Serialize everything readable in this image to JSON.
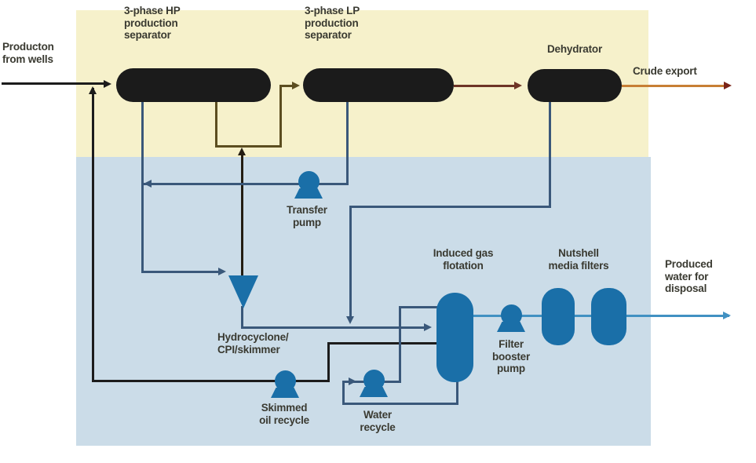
{
  "labels": {
    "production_from_wells": "Producton\nfrom wells",
    "hp_separator": "3-phase HP\nproduction\nseparator",
    "lp_separator": "3-phase LP\nproduction\nseparator",
    "dehydrator": "Dehydrator",
    "crude_export": "Crude export",
    "transfer_pump": "Transfer\npump",
    "hydrocyclone": "Hydrocyclone/\nCPI/skimmer",
    "induced_gas_flotation": "Induced gas\nflotation",
    "nutshell_filters": "Nutshell\nmedia filters",
    "produced_water": "Produced\nwater for\ndisposal",
    "filter_booster_pump": "Filter\nbooster\npump",
    "skimmed_oil_recycle": "Skimmed\noil recycle",
    "water_recycle": "Water\nrecycle"
  },
  "colors": {
    "oil_zone": "#f6f1cb",
    "water_zone": "#cbdce8",
    "vessel_black": "#1b1b1b",
    "equipment_blue": "#1a6fa8",
    "water_line": "#3a587a",
    "produced_water_line": "#4191c2",
    "oil_line_black": "#1c1c1c",
    "oil_recycle_dark": "#241d12",
    "oil_line_olive": "#5c4e20",
    "crude_line_brown": "#6e3526",
    "crude_export_orange": "#c77f35",
    "arrow_maroon": "#7a2419",
    "label_text": "#3a3a31"
  }
}
